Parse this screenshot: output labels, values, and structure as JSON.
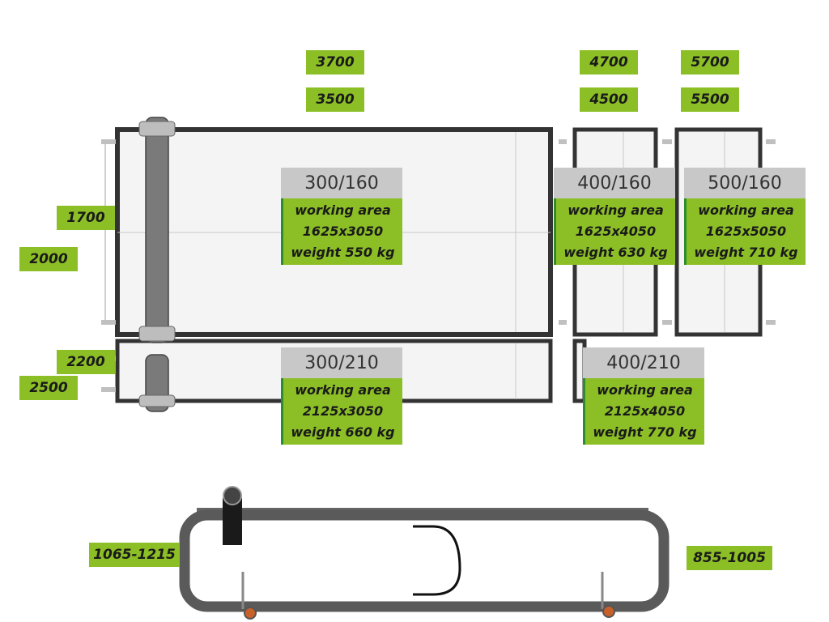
{
  "dimensions": {
    "length_3700": "3700",
    "length_3500": "3500",
    "length_4700": "4700",
    "length_4500": "4500",
    "length_5700": "5700",
    "length_5500": "5500",
    "width_1700": "1700",
    "width_2000": "2000",
    "width_2200": "2200",
    "width_2500": "2500",
    "height_left": "1065-1215",
    "height_right": "855-1005"
  },
  "models": [
    {
      "name": "300/160",
      "label": "working area",
      "area": "1625x3050",
      "weight": "weight 550 kg"
    },
    {
      "name": "400/160",
      "label": "working area",
      "area": "1625x4050",
      "weight": "weight 630 kg"
    },
    {
      "name": "500/160",
      "label": "working area",
      "area": "1625x5050",
      "weight": "weight 710 kg"
    },
    {
      "name": "300/210",
      "label": "working area",
      "area": "2125x3050",
      "weight": "weight 660 kg"
    },
    {
      "name": "400/210",
      "label": "working area",
      "area": "2125x4050",
      "weight": "weight 770 kg"
    }
  ],
  "colors": {
    "accent": "#8cbf26",
    "frame": "#3a3a3a",
    "header": "#c8c8c8"
  }
}
